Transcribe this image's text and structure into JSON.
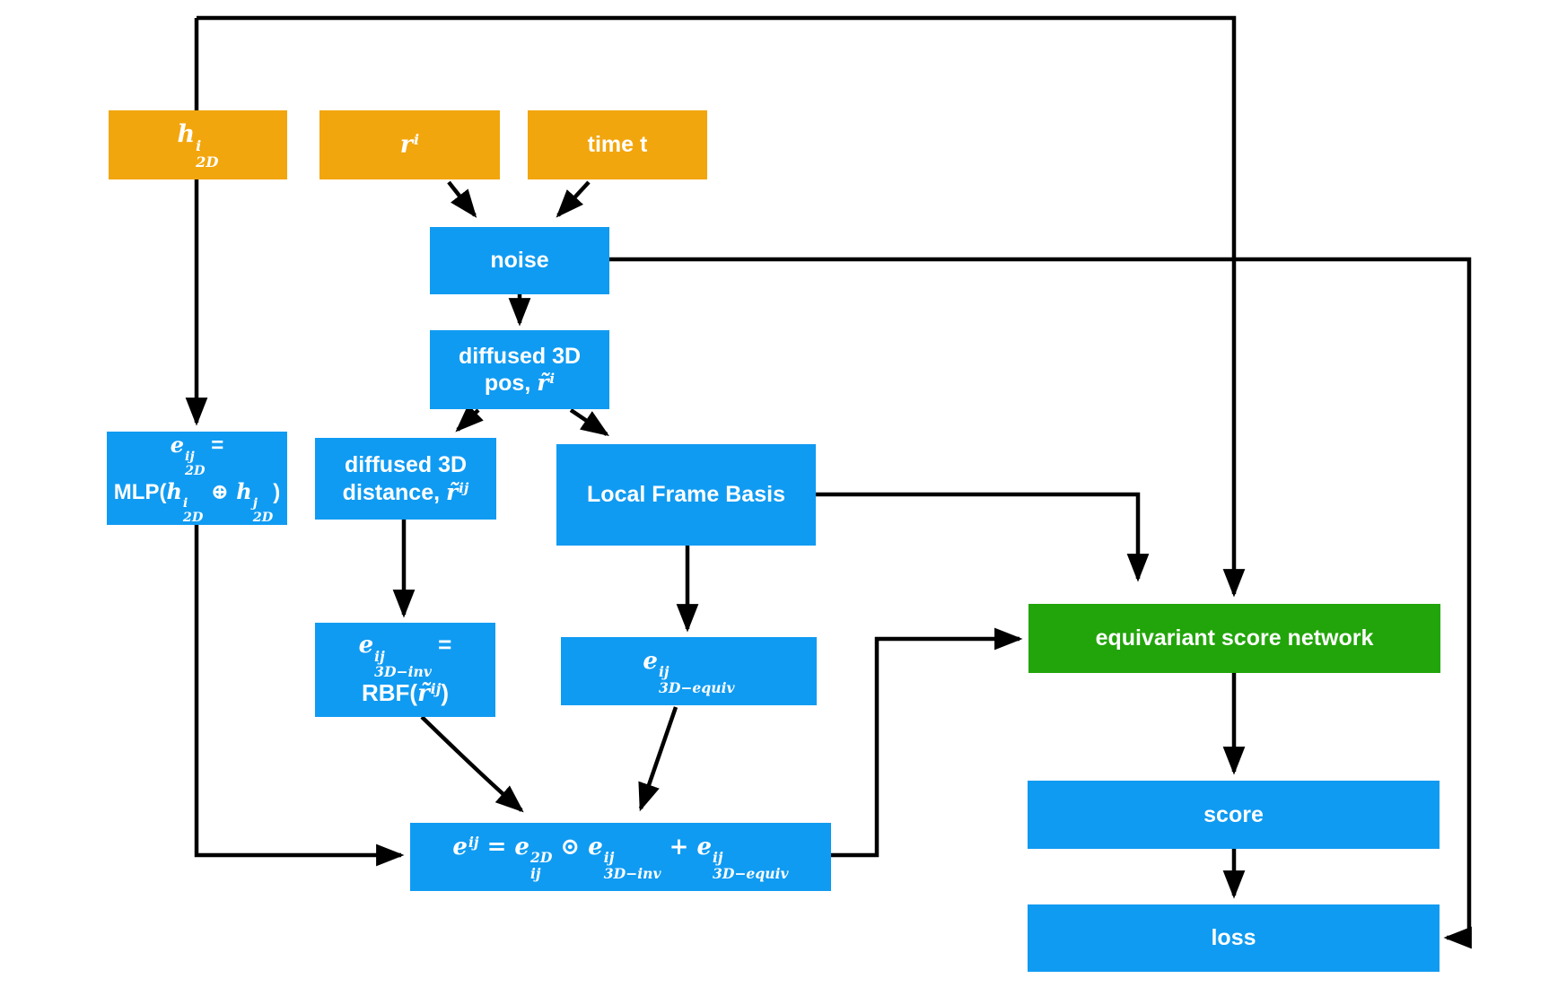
{
  "diagram": {
    "title": "equivariant score network training flow",
    "colors": {
      "orange": "#F2A60D",
      "blue": "#109BF2",
      "green": "#22A50A",
      "line": "#000000",
      "text": "#FFFFFF"
    },
    "nodes": {
      "h2d": {
        "label_plain": "h^i_2D",
        "lines": [
          [
            {
              "v": "h",
              "math": true,
              "sup": "i",
              "sub": "2D"
            }
          ]
        ]
      },
      "ri": {
        "label_plain": "r^i",
        "lines": [
          [
            {
              "v": "r",
              "math": true,
              "sup": "i"
            }
          ]
        ]
      },
      "timet": {
        "label_plain": "time t",
        "lines": [
          [
            {
              "v": "time t",
              "bold": true
            }
          ]
        ]
      },
      "noise": {
        "label_plain": "noise",
        "lines": [
          [
            {
              "v": "noise",
              "bold": true
            }
          ]
        ]
      },
      "pos": {
        "label_plain": "diffused 3D pos, r̃^i",
        "lines": [
          [
            {
              "v": "diffused 3D",
              "bold": true
            }
          ],
          [
            {
              "v": "pos, ",
              "bold": true
            },
            {
              "v": "r̃",
              "math": true,
              "sup": "i"
            }
          ]
        ]
      },
      "e2d": {
        "label_plain": "e^ij_2D = MLP(h^i_2D ⊕ h^j_2D)",
        "lines": [
          [
            {
              "v": "e",
              "math": true,
              "sup": "ij",
              "sub": "2D"
            },
            {
              "v": " =",
              "bold": true
            }
          ],
          [
            {
              "v": "MLP(",
              "bold": true
            },
            {
              "v": "h",
              "math": true,
              "sup": "i",
              "sub": "2D"
            },
            {
              "v": " ⊕ ",
              "math": true
            },
            {
              "v": "h",
              "math": true,
              "sup": "j",
              "sub": "2D"
            },
            {
              "v": ")",
              "bold": true
            }
          ]
        ]
      },
      "dist": {
        "label_plain": "diffused 3D distance, r̃^ij",
        "lines": [
          [
            {
              "v": "diffused 3D",
              "bold": true
            }
          ],
          [
            {
              "v": "distance, ",
              "bold": true
            },
            {
              "v": "r̃",
              "math": true,
              "sup": "ij"
            }
          ]
        ]
      },
      "lfb": {
        "label_plain": "Local Frame Basis",
        "lines": [
          [
            {
              "v": "Local Frame Basis",
              "bold": true
            }
          ]
        ]
      },
      "inv": {
        "label_plain": "e^ij_3D−inv = RBF(r̃^ij)",
        "lines": [
          [
            {
              "v": "e",
              "math": true,
              "sup": "ij",
              "sub": "3D−inv"
            },
            {
              "v": " =",
              "bold": true
            }
          ],
          [
            {
              "v": "RBF(",
              "bold": true
            },
            {
              "v": "r̃",
              "math": true,
              "sup": "ij"
            },
            {
              "v": ")",
              "bold": true
            }
          ]
        ]
      },
      "equiv": {
        "label_plain": "e^ij_3D−equiv",
        "lines": [
          [
            {
              "v": "e",
              "math": true,
              "sup": "ij",
              "sub": "3D−equiv"
            }
          ]
        ]
      },
      "formula": {
        "label_plain": "e^ij = e^2D_ij ⊙ e^ij_3D−inv + e^ij_3D−equiv",
        "lines": [
          [
            {
              "v": "e",
              "math": true,
              "sup": "ij"
            },
            {
              "v": " = ",
              "math": true
            },
            {
              "v": "e",
              "math": true,
              "sup": "2D",
              "sub": "ij"
            },
            {
              "v": " ⊙ ",
              "math": true
            },
            {
              "v": "e",
              "math": true,
              "sup": "ij",
              "sub": "3D−inv"
            },
            {
              "v": " + ",
              "math": true
            },
            {
              "v": "e",
              "math": true,
              "sup": "ij",
              "sub": "3D−equiv"
            }
          ]
        ]
      },
      "esn": {
        "label_plain": "equivariant score network",
        "lines": [
          [
            {
              "v": "equivariant score network",
              "bold": true
            }
          ]
        ]
      },
      "score": {
        "label_plain": "score",
        "lines": [
          [
            {
              "v": "score",
              "bold": true
            }
          ]
        ]
      },
      "loss": {
        "label_plain": "loss",
        "lines": [
          [
            {
              "v": "loss",
              "bold": true
            }
          ]
        ]
      }
    },
    "edges": [
      {
        "from": "h2d",
        "to": "e2d"
      },
      {
        "from": "h2d",
        "to": "esn",
        "via": "top border line"
      },
      {
        "from": "ri",
        "to": "noise"
      },
      {
        "from": "timet",
        "to": "noise"
      },
      {
        "from": "noise",
        "to": "pos"
      },
      {
        "from": "noise",
        "to": "loss",
        "via": "right border line"
      },
      {
        "from": "pos",
        "to": "dist"
      },
      {
        "from": "pos",
        "to": "lfb"
      },
      {
        "from": "dist",
        "to": "inv"
      },
      {
        "from": "lfb",
        "to": "equiv"
      },
      {
        "from": "lfb",
        "to": "esn"
      },
      {
        "from": "inv",
        "to": "formula"
      },
      {
        "from": "equiv",
        "to": "formula"
      },
      {
        "from": "e2d",
        "to": "formula"
      },
      {
        "from": "formula",
        "to": "esn"
      },
      {
        "from": "esn",
        "to": "score"
      },
      {
        "from": "score",
        "to": "loss"
      }
    ]
  }
}
